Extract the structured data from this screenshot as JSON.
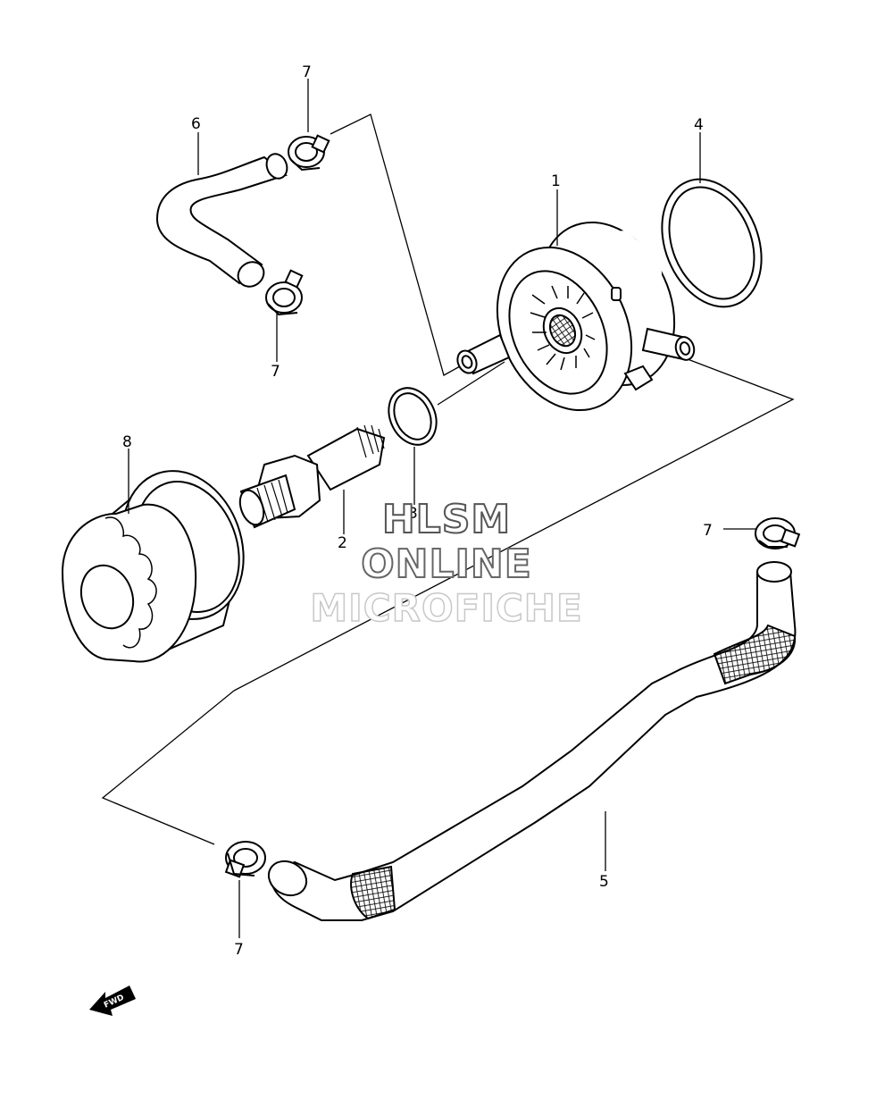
{
  "callouts": {
    "c1": "1",
    "c2": "2",
    "c3": "3",
    "c4": "4",
    "c5": "5",
    "c6": "6",
    "c7": "7",
    "c8": "8"
  },
  "fwd_label": "FWD",
  "watermark": {
    "line1": "HLSM",
    "line2": "ONLINE",
    "line3": "MICROFICHE"
  },
  "colors": {
    "line": "#000000",
    "watermark_dark": "#555555",
    "watermark_light": "#c8c8c8"
  }
}
